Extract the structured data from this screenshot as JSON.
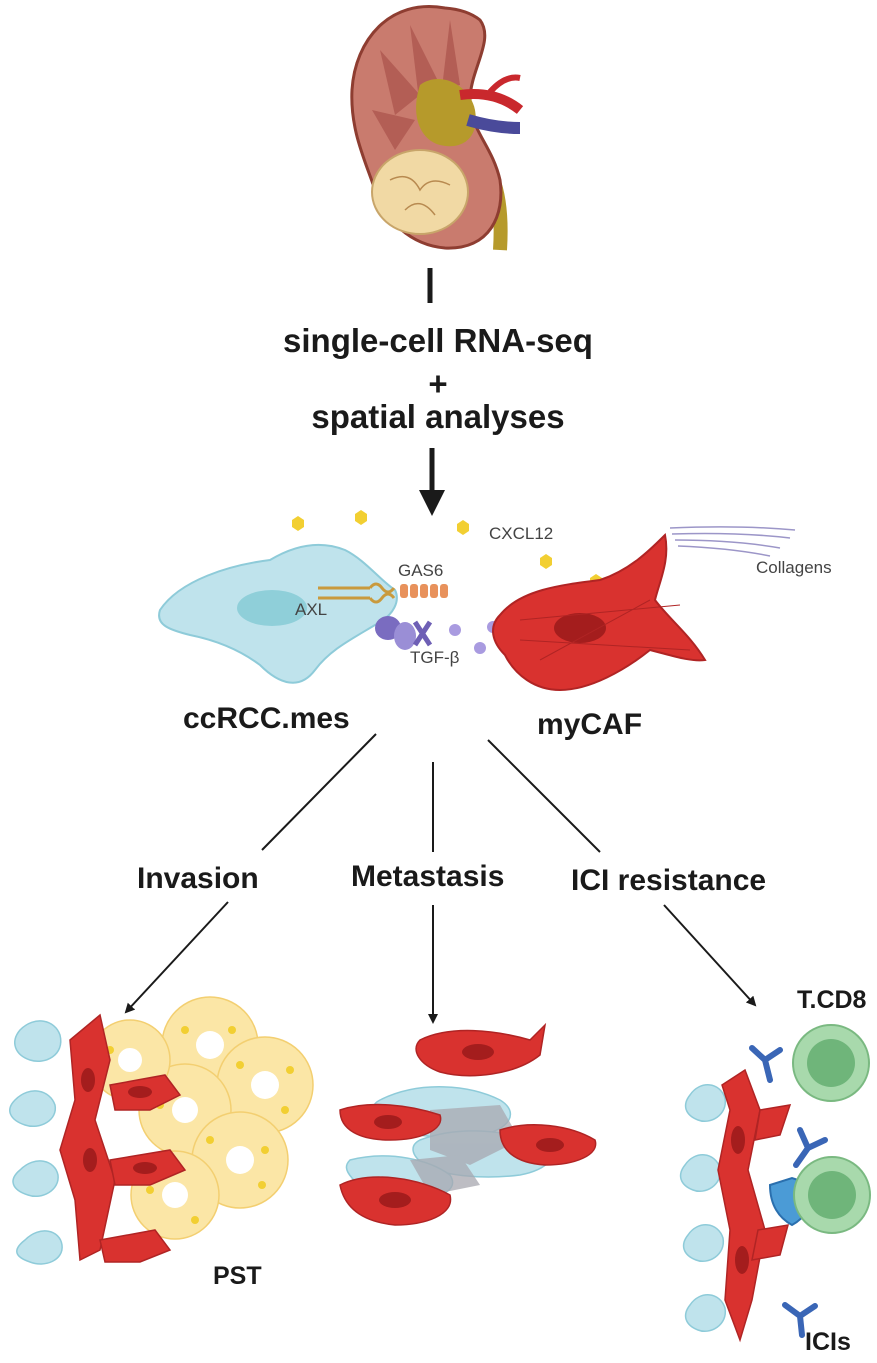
{
  "method": {
    "line1": "single-cell RNA-seq",
    "plus": "+",
    "line2": "spatial analyses"
  },
  "interaction": {
    "axl": "AXL",
    "gas6": "GAS6",
    "cxcl12": "CXCL12",
    "tgfb": "TGF-β",
    "collagens": "Collagens"
  },
  "cells": {
    "tumor": "ccRCC.mes",
    "fibroblast": "myCAF"
  },
  "outcomes": {
    "invasion": "Invasion",
    "metastasis": "Metastasis",
    "ici": "ICI resistance"
  },
  "panels": {
    "pst": "PST",
    "tcd8": "T.CD8",
    "icis": "ICIs"
  },
  "colors": {
    "tumor_cell": "#bfe3ec",
    "caf": "#d9322f",
    "caf_nucleus": "#a41d1d",
    "tubule": "#fbe6a6",
    "tcell": "#96c99b",
    "antibody": "#3a66b6",
    "ligand": "#f2cf32",
    "tgfb": "#8e80c8"
  }
}
